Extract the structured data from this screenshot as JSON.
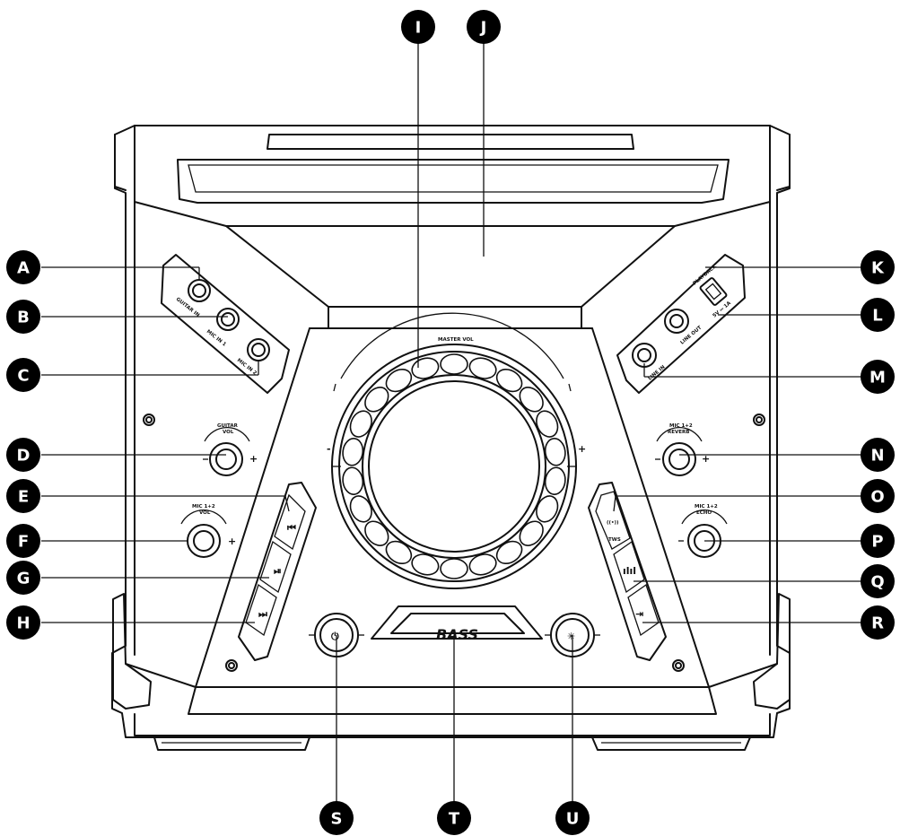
{
  "callouts": [
    {
      "id": "A"
    },
    {
      "id": "B"
    },
    {
      "id": "C"
    },
    {
      "id": "D"
    },
    {
      "id": "E"
    },
    {
      "id": "F"
    },
    {
      "id": "G"
    },
    {
      "id": "H"
    },
    {
      "id": "I"
    },
    {
      "id": "J"
    },
    {
      "id": "K"
    },
    {
      "id": "L"
    },
    {
      "id": "M"
    },
    {
      "id": "N"
    },
    {
      "id": "O"
    },
    {
      "id": "P"
    },
    {
      "id": "Q"
    },
    {
      "id": "R"
    },
    {
      "id": "S"
    },
    {
      "id": "T"
    },
    {
      "id": "U"
    }
  ],
  "labels": {
    "master_vol": "MASTER VOL",
    "guitar_vol_1": "GUITAR",
    "guitar_vol_2": "VOL",
    "mic_vol_1": "MIC 1+2",
    "mic_vol_2": "VOL",
    "mic_reverb_1": "MIC 1+2",
    "mic_reverb_2": "REVERB",
    "mic_echo_1": "MIC 1+2",
    "mic_echo_2": "ECHO",
    "guitar_in": "GUITAR IN",
    "mic_in_1": "MIC IN 1",
    "mic_in_2": "MIC IN 2",
    "playback": "PLAYBACK",
    "usb_rating": "5V ⎓ 1A",
    "line_out": "LINE OUT",
    "line_in": "LINE IN",
    "bass": "BASS",
    "tws": "TWS",
    "minus": "-",
    "plus": "+"
  },
  "icons": {
    "prev": "⏮",
    "play_pause": "⏯",
    "next": "⏭",
    "tws": "((•))",
    "eq": "ılıl",
    "source": "⇥",
    "power": "⏻",
    "light": "✳"
  }
}
